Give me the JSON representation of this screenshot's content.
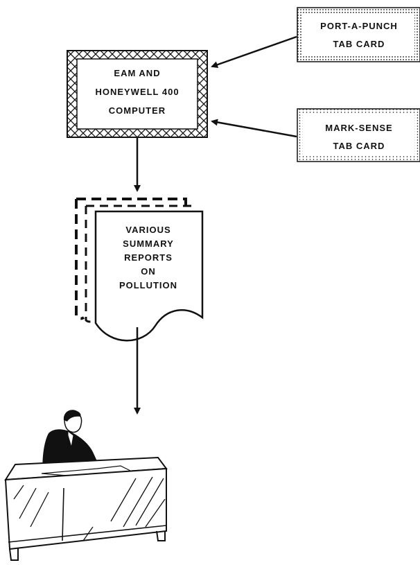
{
  "computer_box": {
    "line1": "EAM AND",
    "line2": "HONEYWELL 400",
    "line3": "COMPUTER"
  },
  "port_a_punch_card": {
    "line1": "PORT-A-PUNCH",
    "line2": "TAB CARD"
  },
  "mark_sense_card": {
    "line1": "MARK-SENSE",
    "line2": "TAB CARD"
  },
  "reports_document": {
    "line1": "VARIOUS",
    "line2": "SUMMARY",
    "line3": "REPORTS",
    "line4": "ON",
    "line5": "POLLUTION"
  },
  "icons": {
    "reader": "man-at-desk-icon"
  },
  "colors": {
    "ink": "#111111",
    "paper": "#ffffff"
  }
}
